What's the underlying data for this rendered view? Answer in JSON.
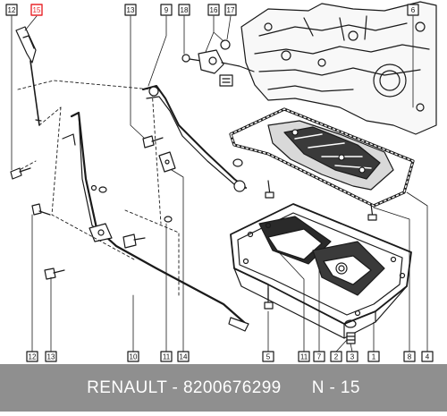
{
  "callouts": {
    "top": [
      "15",
      "12",
      "13",
      "9",
      "18",
      "16",
      "17",
      "6"
    ],
    "bottom": [
      "12",
      "13",
      "10",
      "11",
      "14",
      "5",
      "11",
      "7",
      "2",
      "3",
      "1",
      "8",
      "4"
    ]
  },
  "highlight_color": "#e8262a",
  "footer": {
    "brand": "RENAULT",
    "part_number": "8200676299",
    "position": "N - 15",
    "background": "#8f8f8f"
  }
}
